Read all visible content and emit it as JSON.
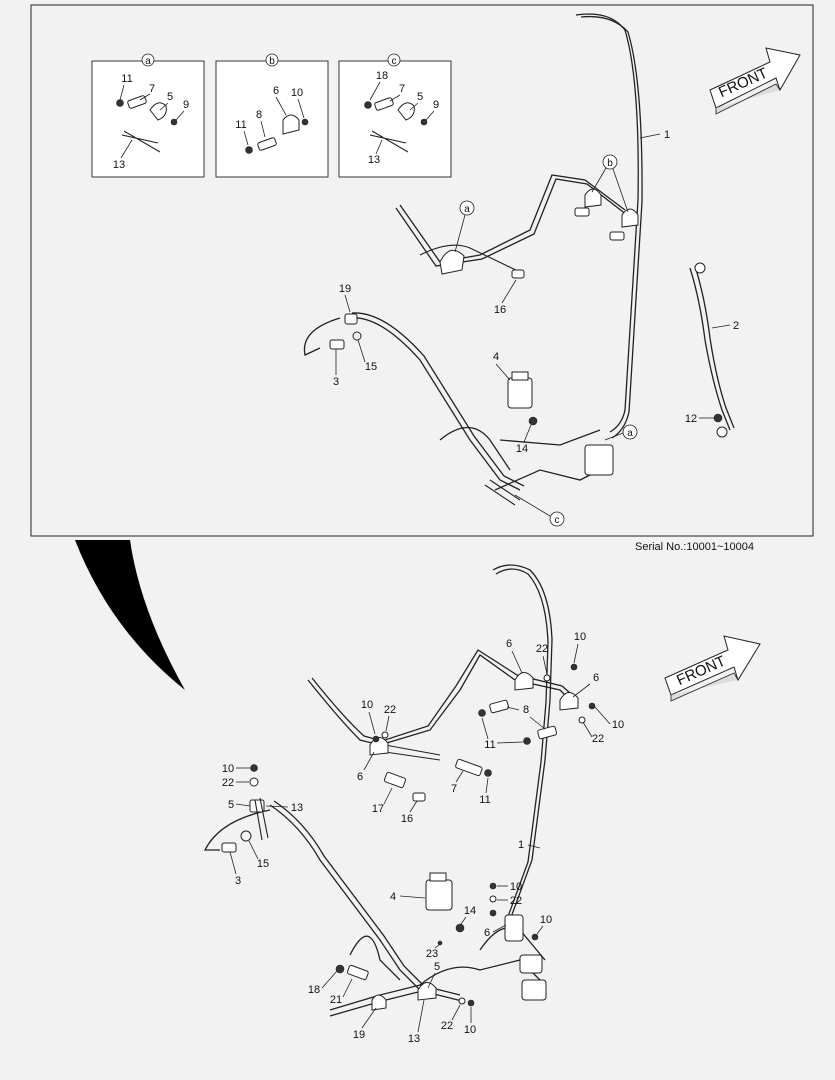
{
  "serial_note": "Serial No.:10001~10004",
  "front_label": "FRONT",
  "detail_letters": {
    "a": "a",
    "b": "b",
    "c": "c"
  },
  "labels": {
    "n1": "1",
    "n2": "2",
    "n3": "3",
    "n4": "4",
    "n5": "5",
    "n6": "6",
    "n7": "7",
    "n8": "8",
    "n9": "9",
    "n10": "10",
    "n11": "11",
    "n12": "12",
    "n13": "13",
    "n14": "14",
    "n15": "15",
    "n16": "16",
    "n17": "17",
    "n18": "18",
    "n19": "19",
    "n21": "21",
    "n22": "22",
    "n23": "23"
  },
  "colors": {
    "line": "#222222",
    "background": "#f2f2f2",
    "curve_fill": "#000000"
  }
}
